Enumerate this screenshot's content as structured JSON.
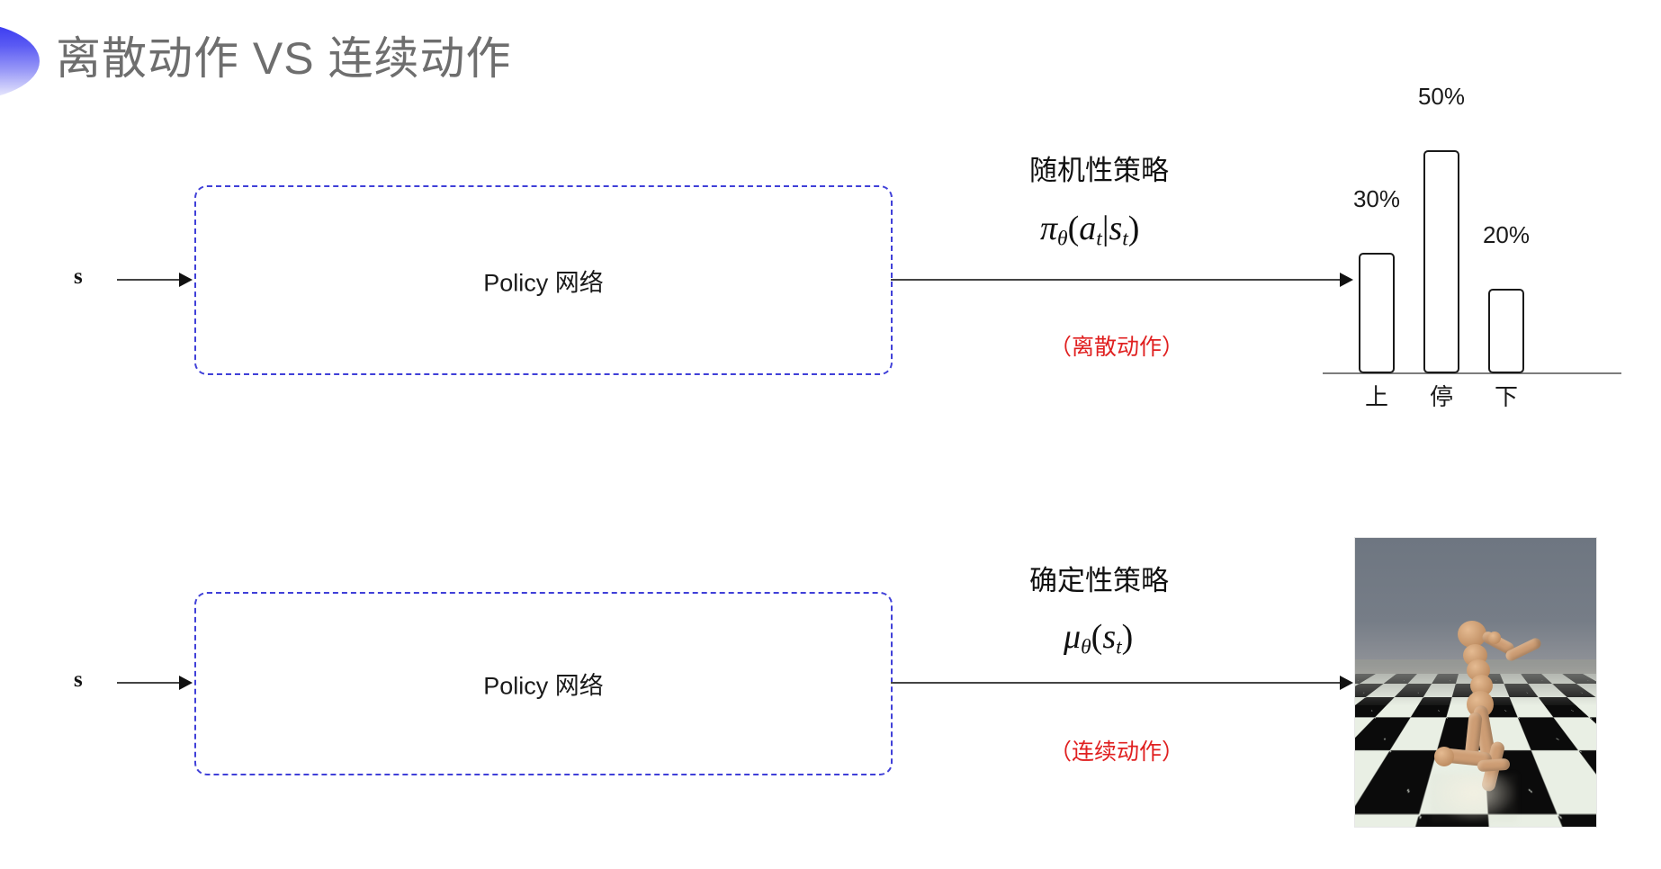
{
  "slide": {
    "title": "离散动作 VS 连续动作",
    "title_color": "#6e6e6e",
    "accent_color": "#4040d8",
    "note_color": "#e02020",
    "background": "#ffffff"
  },
  "rows": [
    {
      "id": "discrete",
      "input_label": "s",
      "box_label": "Policy 网络",
      "policy_caption": "随机性策略",
      "policy_formula": "πθ(at|st)",
      "policy_note": "（离散动作）",
      "output_kind": "bar-chart"
    },
    {
      "id": "continuous",
      "input_label": "s",
      "box_label": "Policy 网络",
      "policy_caption": "确定性策略",
      "policy_formula": "μθ(st)",
      "policy_note": "（连续动作）",
      "output_kind": "humanoid-simulation"
    }
  ],
  "chart_data": {
    "type": "bar",
    "title": "",
    "categories": [
      "上",
      "停",
      "下"
    ],
    "values": [
      30,
      50,
      20
    ],
    "value_labels": [
      "30%",
      "50%",
      "20%"
    ],
    "xlabel": "",
    "ylabel": "",
    "ylim": [
      0,
      60
    ],
    "grid": false,
    "legend": "none",
    "bar_style": {
      "fill": "#ffffff",
      "stroke": "#1a1a1a"
    }
  },
  "simulation": {
    "alt": "MuJoCo humanoid kneeling on checkerboard floor",
    "sky_color": "#6e7681",
    "floor_light": "#e9efe4",
    "floor_dark": "#0b0b0b",
    "body_color": "#cd9d74"
  }
}
